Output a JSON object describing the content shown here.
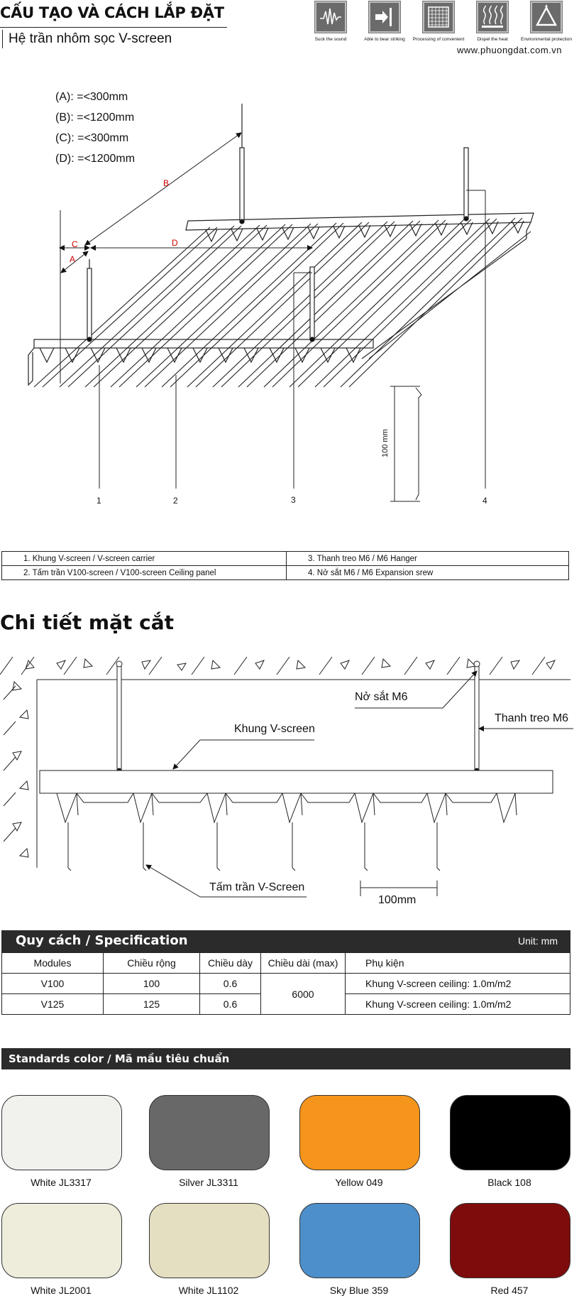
{
  "header": {
    "title": "CẤU TẠO VÀ CÁCH LẮP ĐẶT",
    "subtitle": "Hệ trần nhôm sọc V-screen",
    "website": "www.phuongdat.com.vn",
    "features": [
      {
        "icon": "sound-wave-icon",
        "label": "Suck the sound"
      },
      {
        "icon": "impact-arrow-icon",
        "label": "Able to bear striking"
      },
      {
        "icon": "grid-icon",
        "label": "Processing of convenient"
      },
      {
        "icon": "heat-waves-icon",
        "label": "Dispel the heat"
      },
      {
        "icon": "recycle-icon",
        "label": "Environmental protection"
      }
    ]
  },
  "dimensions": [
    "(A): =<300mm",
    "(B): =<1200mm",
    "(C): =<300mm",
    "(D): =<1200mm"
  ],
  "diagram1": {
    "dim_letters": [
      "A",
      "B",
      "C",
      "D"
    ],
    "callouts": [
      "1",
      "2",
      "3",
      "4"
    ],
    "height_label": "100 mm"
  },
  "legend": {
    "items": [
      "1. Khung V-screen  / V-screen carrier",
      "3. Thanh treo M6  / M6 Hanger",
      "2. Tấm trần V100-screen  / V100-screen Ceiling panel",
      "4. Nở sắt M6  / M6 Expansion srew"
    ]
  },
  "section": {
    "title": "Chi tiết mặt cắt",
    "labels": {
      "anchor": "Nở sắt M6",
      "hanger": "Thanh treo M6",
      "carrier": "Khung V-screen",
      "panel": "Tấm trần V-Screen",
      "pitch": "100mm"
    }
  },
  "spec": {
    "title": "Quy cách / Specification",
    "unit": "Unit: mm",
    "columns": [
      "Modules",
      "Chiều rộng",
      "Chiều dày",
      "Chiều dài (max)",
      "Phụ kiện"
    ],
    "rows": [
      [
        "V100",
        "100",
        "0.6",
        "6000",
        "Khung V-screen ceiling: 1.0m/m2"
      ],
      [
        "V125",
        "125",
        "0.6",
        "6000",
        "Khung V-screen ceiling: 1.0m/m2"
      ]
    ]
  },
  "colors": {
    "title": "Standards color / Mã mầu tiêu chuẩn",
    "items": [
      {
        "name": "White JL3317",
        "hex": "#f1f2ee"
      },
      {
        "name": "Silver JL3311",
        "hex": "#686868"
      },
      {
        "name": "Yellow 049",
        "hex": "#f6951b"
      },
      {
        "name": "Black 108",
        "hex": "#000000"
      },
      {
        "name": "White JL2001",
        "hex": "#eeecdb"
      },
      {
        "name": "White JL1102",
        "hex": "#e5dfc1"
      },
      {
        "name": "Sky Blue 359",
        "hex": "#4d8fca"
      },
      {
        "name": "Red 457",
        "hex": "#7e0c0c"
      }
    ]
  }
}
